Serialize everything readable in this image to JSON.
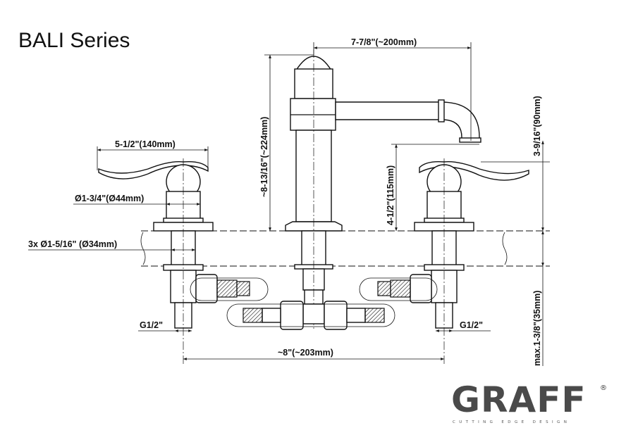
{
  "title": "BALI  Series",
  "dimensions": {
    "spout_reach": "7-7/8\"(~200mm)",
    "overall_height": "~8-13/16\"(~224mm)",
    "spout_height": "3-9/16\"(90mm)",
    "handle_height": "4-1/2\"(115mm)",
    "handle_width": "5-1/2\"(140mm)",
    "handle_base_diameter": "Ø1-3/4\"(Ø44mm)",
    "hole_diameter": "3x Ø1-5/16\" (Ø34mm)",
    "connection_left": "G1/2\"",
    "connection_right": "G1/2\"",
    "center_spread": "~8\"(~203mm)",
    "max_deck_thickness": "max.1-3/8\"(35mm)"
  },
  "logo": {
    "brand": "GRAFF",
    "tagline": "CUTTING EDGE DESIGN",
    "registered": "®",
    "color": "#4a4a4a"
  }
}
